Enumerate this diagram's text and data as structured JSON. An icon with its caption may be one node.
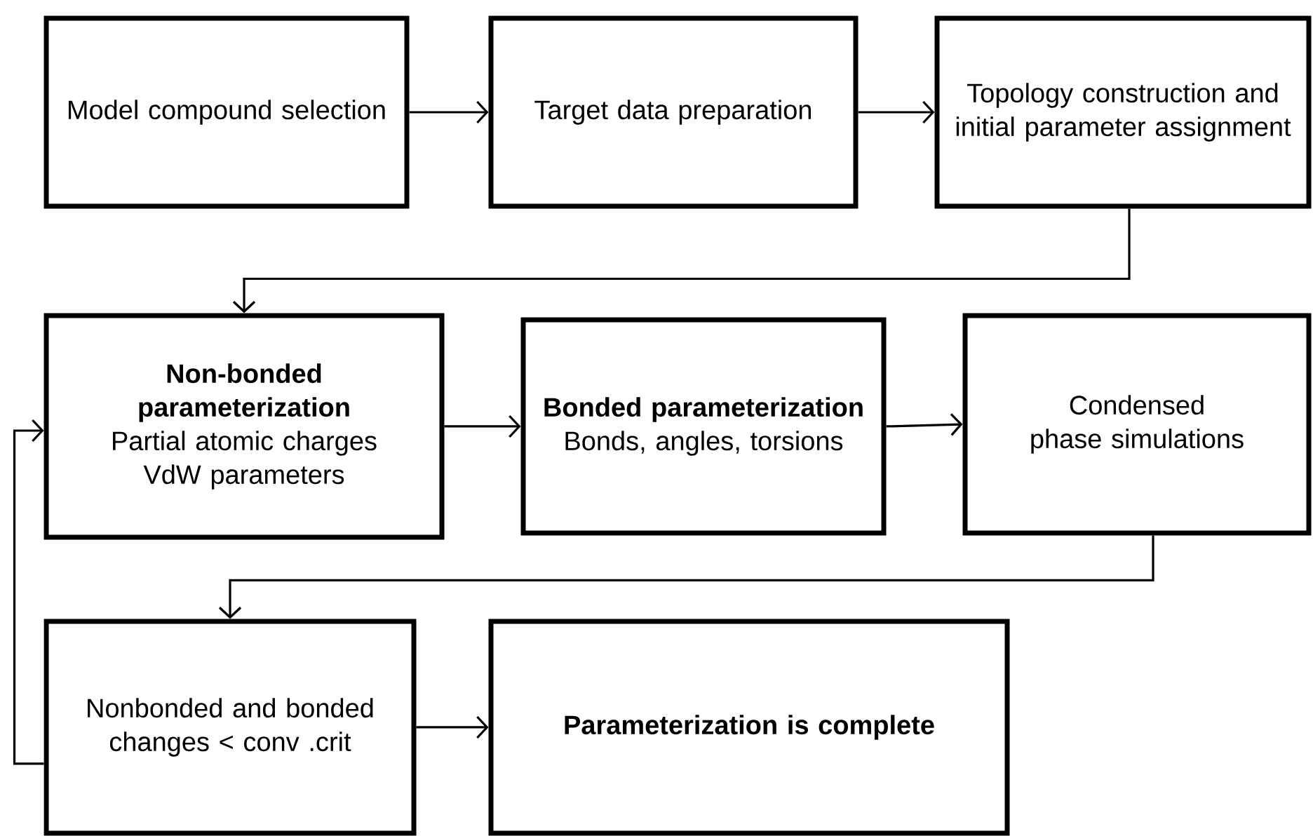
{
  "diagram": {
    "nodes": [
      {
        "text": [
          "Model compound selection"
        ]
      },
      {
        "text": [
          "Target data preparation"
        ]
      },
      {
        "text": [
          "Topology construction and initial parameter assignment"
        ]
      },
      {
        "text": [
          "Non-bonded parameterization",
          "Partial atomic charges VdW parameters"
        ]
      },
      {
        "text": [
          "Bonded parameterization",
          "Bonds, angles, torsions"
        ]
      },
      {
        "text": [
          "Condensed phase simulations"
        ]
      },
      {
        "text": [
          "Nonbonded and bonded changes < conv .crit"
        ]
      },
      {
        "text": [
          "Parameterization is complete"
        ]
      }
    ],
    "edges": [
      {
        "from": 0,
        "to": 1,
        "arrow": "to"
      },
      {
        "from": 1,
        "to": 2,
        "arrow": "to"
      },
      {
        "from": 2,
        "to": 3,
        "arrow": "to"
      },
      {
        "from": 3,
        "to": 4,
        "arrow": "to"
      },
      {
        "from": 4,
        "to": 5,
        "arrow": "to"
      },
      {
        "from": 5,
        "to": 6,
        "arrow": "to"
      },
      {
        "from": 6,
        "to": 7,
        "arrow": "to"
      },
      {
        "from": 6,
        "to": 3,
        "arrow": "to"
      }
    ]
  }
}
